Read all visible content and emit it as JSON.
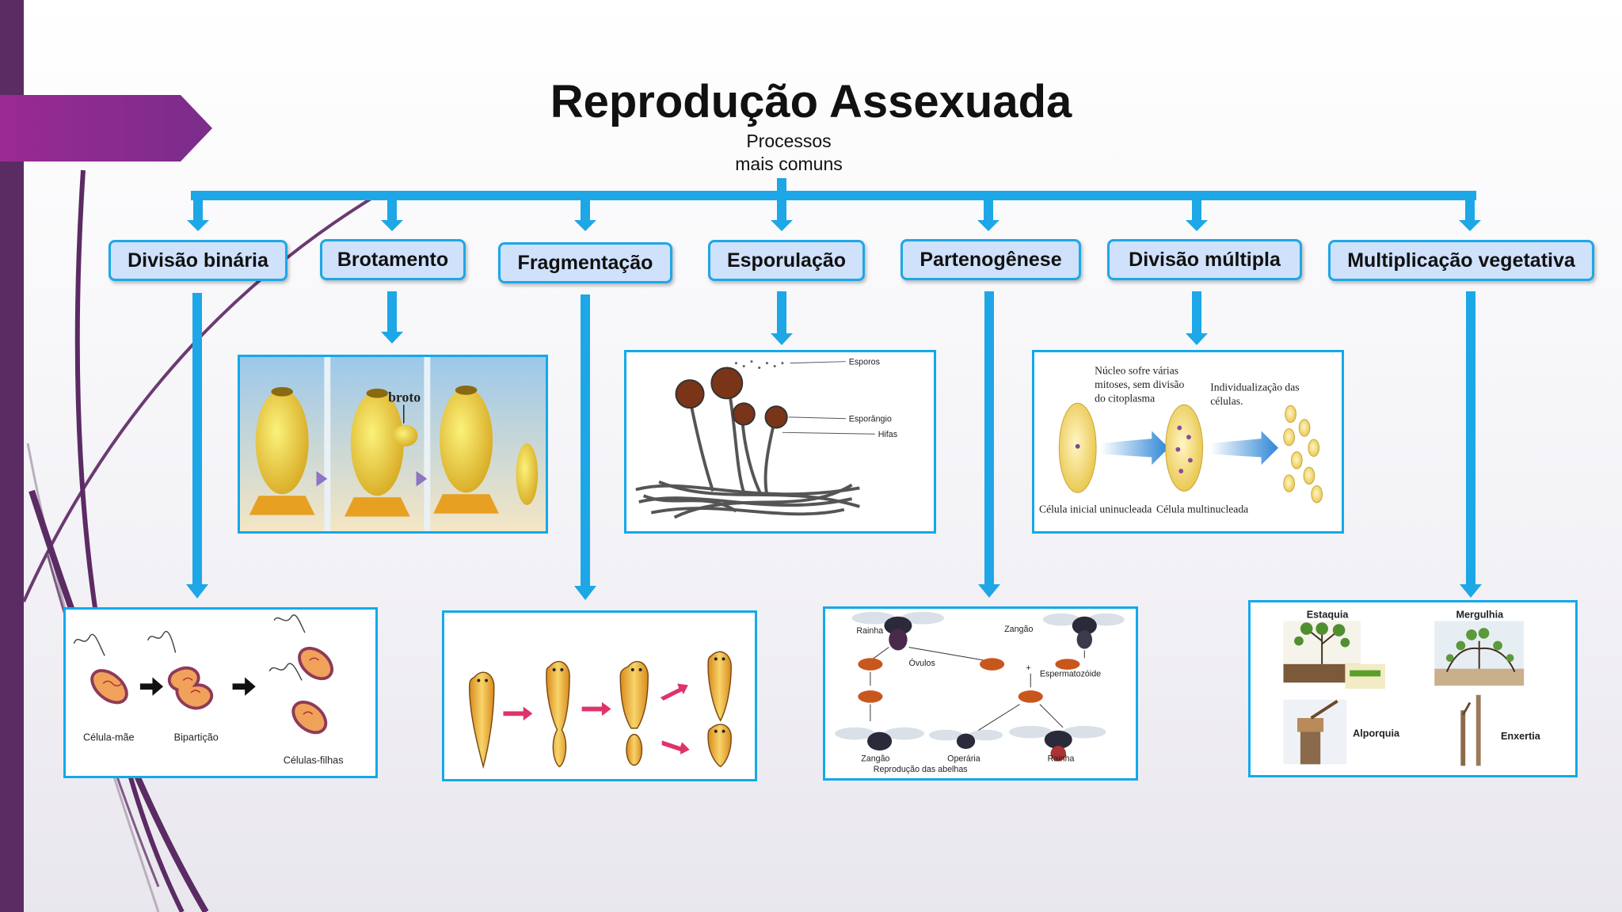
{
  "title": "Reprodução Assexuada",
  "subtitle_line1": "Processos",
  "subtitle_line2": "mais comuns",
  "colors": {
    "connector": "#1ea7e6",
    "box_fill": "#cfe1fb",
    "accent_purple": "#8e2a8e"
  },
  "processes": [
    {
      "label": "Divisão binária"
    },
    {
      "label": "Brotamento"
    },
    {
      "label": "Fragmentação"
    },
    {
      "label": "Esporulação"
    },
    {
      "label": "Partenogênese"
    },
    {
      "label": "Divisão múltipla"
    },
    {
      "label": "Multiplicação vegetativa"
    }
  ],
  "images": {
    "binaria": {
      "l1": "Célula-mãe",
      "l2": "Bipartição",
      "l3": "Células-filhas"
    },
    "brotamento": {
      "l1": "broto"
    },
    "esporulacao": {
      "l1": "Esporos",
      "l2": "Esporângio",
      "l3": "Hifas"
    },
    "partenogenese": {
      "l1": "Rainha",
      "l2": "Zangão",
      "l3": "Óvulos",
      "l4": "Espermatozóide",
      "l5": "Zangão",
      "l6": "Operária",
      "l7": "Rainha",
      "l8": "Reprodução das abelhas"
    },
    "multipla": {
      "l1": "Núcleo sofre várias",
      "l2": "mitoses, sem divisão",
      "l3": "do citoplasma",
      "l4": "Individualização das",
      "l5": "células.",
      "l6": "Célula inicial uninucleada",
      "l7": "Célula multinucleada"
    },
    "vegetativa": {
      "l1": "Estaquia",
      "l2": "Mergulhia",
      "l3": "Alporquia",
      "l4": "Enxertia"
    }
  }
}
